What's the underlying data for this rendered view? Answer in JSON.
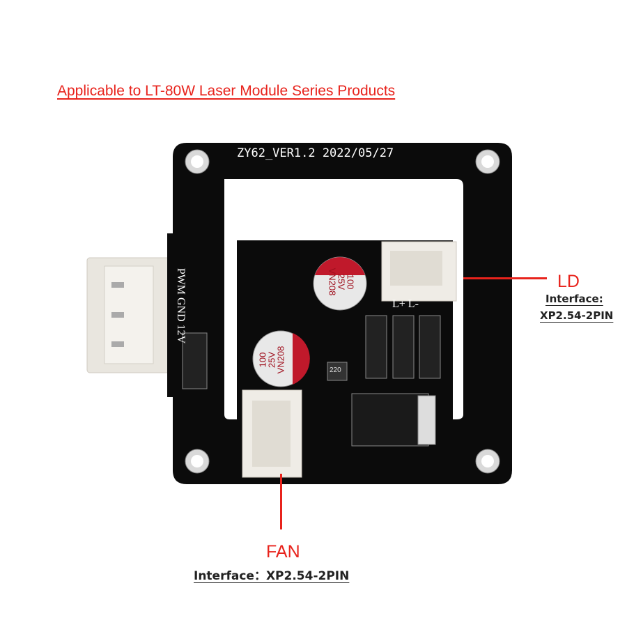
{
  "title": "Applicable to LT-80W Laser Module Series Products",
  "board": {
    "silkscreen": "ZY62_VER1.2  2022/05/27",
    "pin_labels": "PWM GND 12V",
    "ld_pins": "L+ L-",
    "cap_top": [
      "100",
      "25V",
      "VN208"
    ],
    "cap_bottom": [
      "100",
      "25V",
      "VN208"
    ],
    "inductor": "220"
  },
  "ld": {
    "label": "LD",
    "interface_title": "Interface:",
    "interface_value": "XP2.54-2PIN"
  },
  "fan": {
    "label": "FAN",
    "interface": "Interface：XP2.54-2PIN"
  },
  "colors": {
    "accent": "#e8231c",
    "pcb": "#0b0b0b"
  }
}
